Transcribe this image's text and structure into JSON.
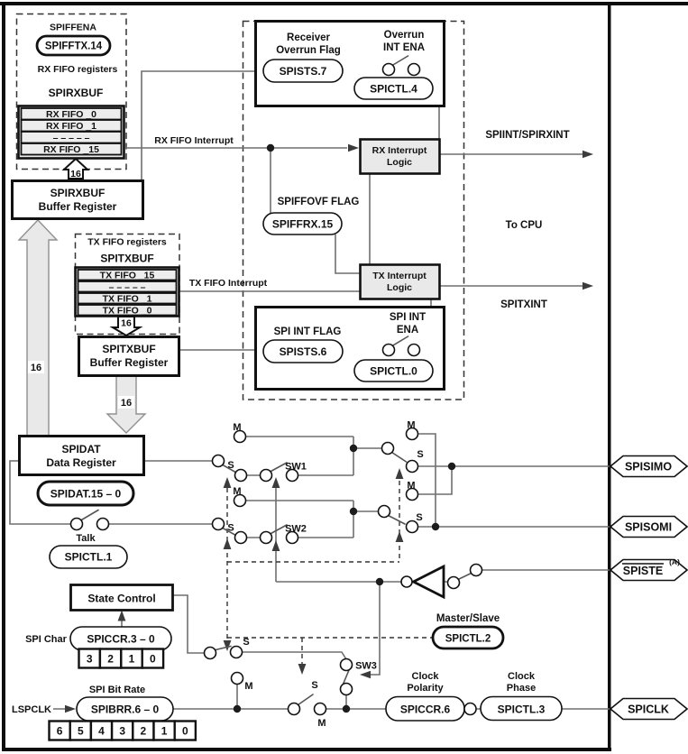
{
  "colors": {
    "wire": "#6f6f6f",
    "box_fill": "#e9e9e9",
    "black": "#111111",
    "white": "#ffffff"
  },
  "rx_fifo": {
    "ena_label": "SPIFFENA",
    "ena_pill": "SPIFFTX.14",
    "registers_label": "RX FIFO registers",
    "title": "SPIRXBUF",
    "rows": [
      "RX FIFO _0",
      "RX FIFO _1",
      "– – – – –",
      "RX FIFO _15"
    ],
    "bus_width": "16"
  },
  "rx_buffer": {
    "line1": "SPIRXBUF",
    "line2": "Buffer Register",
    "bus_width": "16"
  },
  "tx_fifo": {
    "registers_label": "TX FIFO registers",
    "title": "SPITXBUF",
    "rows": [
      "TX FIFO _15",
      "– – – – –",
      "TX FIFO _1",
      "TX FIFO _0"
    ],
    "bus_width": "16"
  },
  "tx_buffer": {
    "line1": "SPITXBUF",
    "line2": "Buffer Register",
    "bus_width": "16"
  },
  "spidat": {
    "line1": "SPIDAT",
    "line2": "Data Register",
    "pill": "SPIDAT.15 – 0"
  },
  "talk": {
    "label": "Talk",
    "pill": "SPICTL.1"
  },
  "overrun": {
    "flag_line1": "Receiver",
    "flag_line2": "Overrun Flag",
    "flag_pill": "SPISTS.7",
    "ena_line1": "Overrun",
    "ena_line2": "INT ENA",
    "ena_pill": "SPICTL.4"
  },
  "rx_logic": {
    "line1": "RX Interrupt",
    "line2": "Logic"
  },
  "tx_logic": {
    "line1": "TX Interrupt",
    "line2": "Logic"
  },
  "spi_int": {
    "flag_label": "SPI INT FLAG",
    "flag_pill": "SPISTS.6",
    "ena_line1": "SPI INT",
    "ena_line2": "ENA",
    "ena_pill": "SPICTL.0"
  },
  "fifo_ovf": {
    "label": "SPIFFOVF FLAG",
    "pill": "SPIFFRX.15"
  },
  "signals": {
    "rx_fifo_int": "RX FIFO Interrupt",
    "tx_fifo_int": "TX FIFO Interrupt",
    "spiint": "SPIINT/SPIRXINT",
    "spitxint": "SPITXINT",
    "to_cpu": "To CPU"
  },
  "switches": {
    "m": "M",
    "s": "S",
    "sw1": "SW1",
    "sw2": "SW2",
    "sw3": "SW3"
  },
  "state_control": {
    "label": "State Control"
  },
  "spi_char": {
    "label": "SPI Char",
    "pill": "SPICCR.3 – 0",
    "bits": [
      "3",
      "2",
      "1",
      "0"
    ]
  },
  "bit_rate": {
    "label": "SPI Bit Rate",
    "clock_in": "LSPCLK",
    "pill": "SPIBRR.6 – 0",
    "bits": [
      "6",
      "5",
      "4",
      "3",
      "2",
      "1",
      "0"
    ]
  },
  "master_slave": {
    "label": "Master/Slave",
    "pill": "SPICTL.2"
  },
  "clock_polarity": {
    "line1": "Clock",
    "line2": "Polarity",
    "pill": "SPICCR.6"
  },
  "clock_phase": {
    "line1": "Clock",
    "line2": "Phase",
    "pill": "SPICTL.3"
  },
  "pins": {
    "spisimo": "SPISIMO",
    "spisomi": "SPISOMI",
    "spiste": "SPISTE",
    "spiste_note": "(A)",
    "spiclk": "SPICLK"
  }
}
